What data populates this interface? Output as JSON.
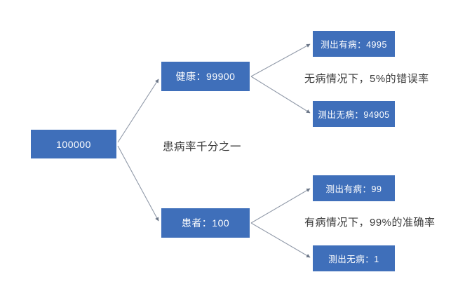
{
  "diagram": {
    "type": "tree",
    "title_text": "",
    "background_color": "#ffffff",
    "node_fill_color": "#3f6fba",
    "node_text_color": "#ffffff",
    "edge_color": "#9099a8",
    "annotation_text_color": "#3a3a3a",
    "nodes": {
      "root": {
        "label": "100000"
      },
      "healthy": {
        "label": "健康：99900"
      },
      "patient": {
        "label": "患者：100"
      },
      "healthy_positive": {
        "label": "测出有病：4995"
      },
      "healthy_negative": {
        "label": "测出无病：94905"
      },
      "patient_positive": {
        "label": "测出有病：99"
      },
      "patient_negative": {
        "label": "测出无病：1"
      }
    },
    "annotations": {
      "center": "患病率千分之一",
      "top_right": "无病情况下，5%的错误率",
      "bottom_right": "有病情况下，99%的准确率"
    }
  }
}
